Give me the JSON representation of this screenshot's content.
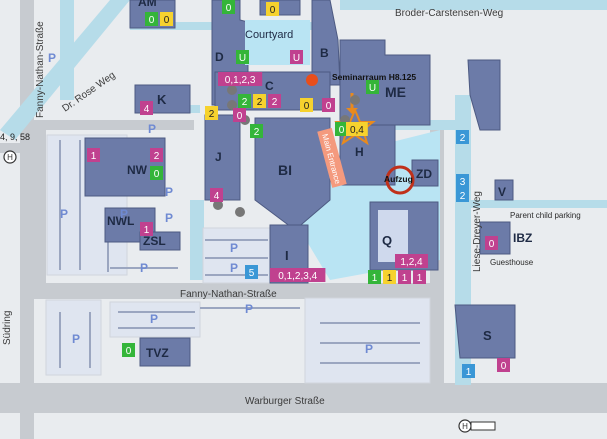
{
  "map": {
    "streets": {
      "broder": "Broder-Carstensen-Weg",
      "fanny_vertical": "Fanny-Nathan-Straße",
      "fanny_horizontal": "Fanny-Nathan-Straße",
      "rose": "Dr. Rose Weg",
      "warburger": "Warburger Straße",
      "liese": "Liese-Dreyer-Weg",
      "suedring": "Südring"
    },
    "bus_stop": "4, 9, 58",
    "places": {
      "courtyard": "Courtyard",
      "seminar": "Seminarraum H8.125",
      "aufzug": "Aufzug",
      "main_entrance": "Main Entrance",
      "parent_child": "Parent child parking",
      "guesthouse": "Guesthouse"
    },
    "buildings": {
      "AM": "AM",
      "D": "D",
      "B": "B",
      "C": "C",
      "ME": "ME",
      "K": "K",
      "BI": "BI",
      "J": "J",
      "H": "H",
      "ZD": "ZD",
      "NW": "NW",
      "NWL": "NWL",
      "ZSL": "ZSL",
      "I": "I",
      "Q": "Q",
      "V": "V",
      "IBZ": "IBZ",
      "TVZ": "TVZ",
      "S": "S"
    },
    "parking_label": "P",
    "marker_colors": {
      "green": "#34b539",
      "yellow": "#f6d22e",
      "pink": "#c0418f",
      "blue": "#3a97d6",
      "red": "#e84e1b",
      "orange": "#e98a1c"
    },
    "markers": {
      "m_am_0a": "0",
      "m_am_0b": "0",
      "m_top_0a": "0",
      "m_top_0b": "0",
      "m_d_u": "U",
      "m_b_u": "U",
      "m_c_0123": "0,1,2,3",
      "m_c_2a": "2",
      "m_c_2b": "2",
      "m_c_2c": "2",
      "m_k_4": "4",
      "m_k_2": "2",
      "m_c_0": "0",
      "m_c_2d": "2",
      "m_bi_0": "0",
      "m_h_0": "0",
      "m_me_0": "0",
      "m_me_u": "U",
      "m_h_04": "0,4",
      "m_liese_2": "2",
      "m_nw_1": "1",
      "m_nw_2": "2",
      "m_nw_0": "0",
      "m_j_4": "4",
      "m_liese_3": "3",
      "m_liese_2b": "2",
      "m_zsl_1": "1",
      "m_q_124": "1,2,4",
      "m_q_1a": "1",
      "m_q_1b": "1",
      "m_q_1c": "1",
      "m_q_1d": "1",
      "m_i_5": "5",
      "m_i_01234": "0,1,2,3,4",
      "m_ibz_0": "0",
      "m_tvz_0": "0",
      "m_s_1": "1",
      "m_s_0": "0"
    }
  }
}
